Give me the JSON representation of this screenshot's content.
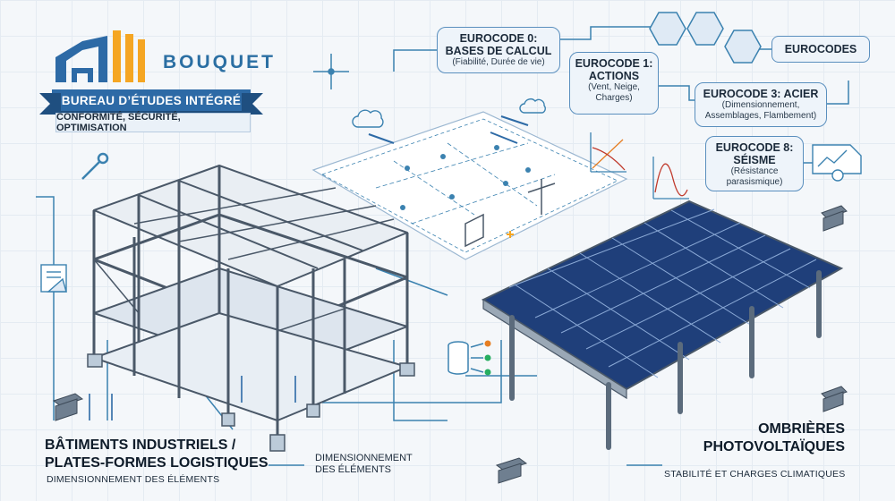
{
  "brand": {
    "name": "BOUQUET",
    "ribbon": "BUREAU D’ÉTUDES INTÉGRÉ",
    "tagline": "CONFORMITÉ, SÉCURITÉ, OPTIMISATION"
  },
  "eurocodes": {
    "header": "EUROCODES",
    "ec0": {
      "title_line1": "EUROCODE 0:",
      "title_line2": "BASES DE CALCUL",
      "subtitle": "(Fiabilité, Durée de vie)"
    },
    "ec1": {
      "title_line1": "EUROCODE 1:",
      "title_line2": "ACTIONS",
      "subtitle_line1": "(Vent, Neige,",
      "subtitle_line2": "Charges)"
    },
    "ec3": {
      "title": "EUROCODE 3: ACIER",
      "subtitle_line1": "(Dimensionnement,",
      "subtitle_line2": "Assemblages, Flambement)"
    },
    "ec8": {
      "title_line1": "EUROCODE 8:",
      "title_line2": "SÉISME",
      "subtitle_line1": "(Résistance",
      "subtitle_line2": "parasismique)"
    }
  },
  "labels": {
    "building_line1": "BÂTIMENTS INDUSTRIELS /",
    "building_line2": "PLATES-FORMES LOGISTIQUES",
    "building_sub": "DIMENSIONNEMENT DES ÉLÉMENTS",
    "mid_line1": "DIMENSIONNEMENT",
    "mid_line2": "DES ÉLÉMENTS",
    "carport_line1": "OMBRIÈRES",
    "carport_line2": "PHOTOVOLTAÏQUES",
    "carport_sub": "STABILITÉ ET CHARGES CLIMATIQUES"
  },
  "colors": {
    "primary": "#2d6aa6",
    "accent_orange": "#f5a623",
    "steel": "#4a5868",
    "panel": "#1f3f7a",
    "line": "#3b82b0"
  }
}
